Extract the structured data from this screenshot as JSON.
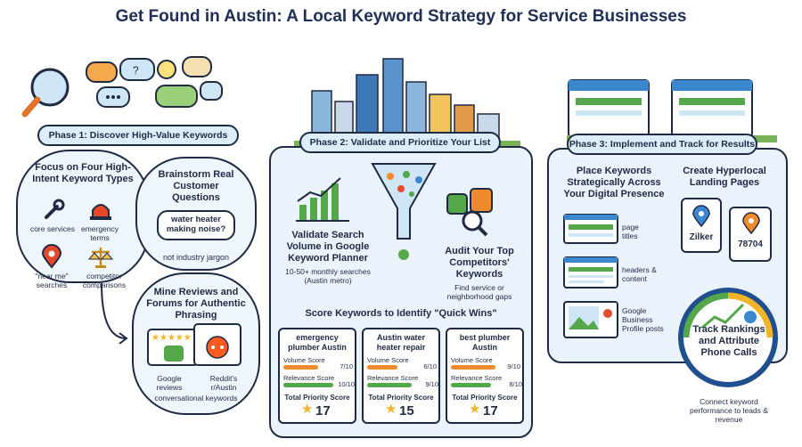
{
  "title": "Get Found in Austin: A Local Keyword Strategy for Service Businesses",
  "phase1": {
    "label": "Phase 1: Discover High-Value Keywords",
    "focus": {
      "heading": "Focus on Four High-Intent Keyword Types",
      "types": [
        "core services",
        "emergency terms",
        "\"near me\" searches",
        "competitor comparisons"
      ]
    },
    "brainstorm": {
      "heading": "Brainstorm Real Customer Questions",
      "example": "water heater making noise?",
      "note": "not industry jargon"
    },
    "mine": {
      "heading": "Mine Reviews and Forums for Authentic Phrasing",
      "sources": [
        "Google reviews",
        "Reddit's r/Austin"
      ],
      "note": "conversational keywords"
    }
  },
  "phase2": {
    "label": "Phase 2: Validate and Prioritize Your List",
    "validate": {
      "heading": "Validate Search Volume in Google Keyword Planner",
      "note": "10-50+ monthly searches (Austin metro)"
    },
    "audit": {
      "heading": "Audit Your Top Competitors' Keywords",
      "note": "Find service or neighborhood gaps"
    },
    "score_heading": "Score Keywords to Identify \"Quick Wins\"",
    "volume_label": "Volume Score",
    "relevance_label": "Relevance Score",
    "total_label": "Total Priority Score",
    "cards": [
      {
        "keyword": "emergency plumber Austin",
        "volume": "7/10",
        "relevance": "10/10",
        "total": "17",
        "volume_value": 7,
        "relevance_value": 10
      },
      {
        "keyword": "Austin water heater repair",
        "volume": "6/10",
        "relevance": "9/10",
        "total": "15",
        "volume_value": 6,
        "relevance_value": 9
      },
      {
        "keyword": "best plumber Austin",
        "volume": "9/10",
        "relevance": "8/10",
        "total": "17",
        "volume_value": 9,
        "relevance_value": 8
      }
    ]
  },
  "phase3": {
    "label": "Phase 3: Implement and Track for Results",
    "place": {
      "heading": "Place Keywords Strategically Across Your Digital Presence",
      "items": [
        "page titles",
        "headers & content",
        "Google Business Profile posts"
      ]
    },
    "hyperlocal": {
      "heading": "Create Hyperlocal Landing Pages",
      "pages": [
        "Zilker",
        "78704"
      ]
    },
    "track": {
      "heading": "Track Rankings and Attribute Phone Calls",
      "note": "Connect keyword performance to leads & revenue"
    }
  },
  "colors": {
    "navy": "#1f2a44",
    "orange": "#f08a2c",
    "green": "#55a84a",
    "blue": "#3a87d0",
    "panel": "#eaf3fb"
  }
}
